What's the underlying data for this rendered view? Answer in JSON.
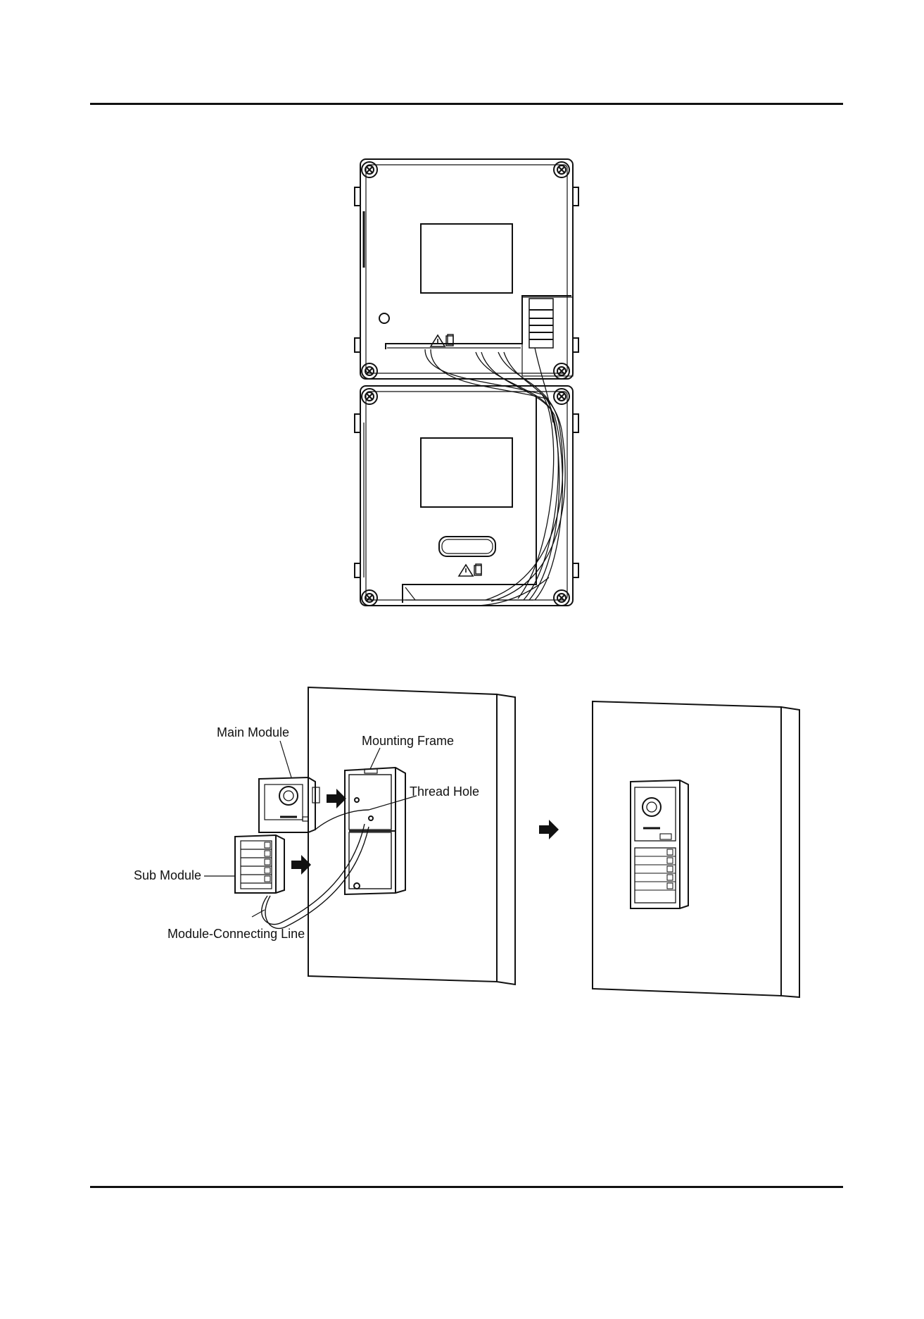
{
  "labels": {
    "main_module": "Main Module",
    "mounting_frame": "Mounting Frame",
    "thread_hole": "Thread Hole",
    "sub_module": "Sub Module",
    "module_connecting_line": "Module-Connecting Line"
  },
  "icons": {
    "warning": "warning-triangle-icon",
    "arrow": "right-arrow-icon"
  },
  "colors": {
    "ink": "#111111",
    "paper": "#ffffff"
  }
}
